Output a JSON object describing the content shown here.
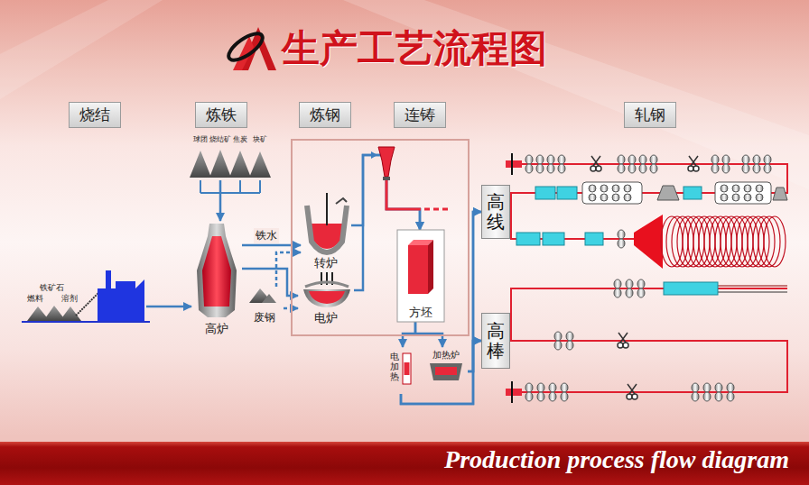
{
  "diagram": {
    "title": "生产工艺流程图",
    "caption": "Production process flow diagram",
    "nodes": [
      {
        "text": [
          "烧结"
        ]
      },
      {
        "text": [
          "炼铁"
        ]
      },
      {
        "text": [
          "炼钢"
        ]
      },
      {
        "text": [
          "连铸"
        ]
      },
      {
        "text": [
          "轧钢"
        ]
      },
      {
        "text": [
          "铁矿石",
          "燃料",
          "溶剂"
        ]
      },
      {
        "text": [
          "球团",
          "烧结矿",
          "焦炭",
          "块矿"
        ]
      },
      {
        "text": [
          "高炉"
        ]
      },
      {
        "text": [
          "废钢"
        ]
      },
      {
        "text": [
          "转炉"
        ]
      },
      {
        "text": [
          "电炉"
        ]
      },
      {
        "text": [
          "方坯"
        ]
      },
      {
        "text": [
          "电加热"
        ]
      },
      {
        "text": [
          "加热炉"
        ]
      },
      {
        "text": [
          "高线"
        ]
      },
      {
        "text": [
          "高棒"
        ]
      }
    ],
    "edges": [
      {
        "from": 5,
        "to": 7,
        "arrow": "to"
      },
      {
        "from": 6,
        "to": 7,
        "arrow": "to"
      },
      {
        "from": 7,
        "to": 9,
        "label": "铁水",
        "arrow": "to"
      },
      {
        "from": 7,
        "to": 10,
        "arrow": "to"
      },
      {
        "from": 8,
        "to": 9,
        "arrow": "to"
      },
      {
        "from": 8,
        "to": 10,
        "arrow": "to"
      },
      {
        "from": 9,
        "to": 11,
        "arrow": "to"
      },
      {
        "from": 10,
        "to": 11,
        "arrow": "to"
      },
      {
        "from": 11,
        "to": 12,
        "arrow": "to"
      },
      {
        "from": 11,
        "to": 13,
        "arrow": "to"
      },
      {
        "from": 12,
        "to": 14,
        "arrow": "to"
      },
      {
        "from": 12,
        "to": 15,
        "arrow": "to"
      },
      {
        "from": 13,
        "to": 14,
        "arrow": "to"
      },
      {
        "from": 13,
        "to": 15,
        "arrow": "to"
      }
    ]
  }
}
